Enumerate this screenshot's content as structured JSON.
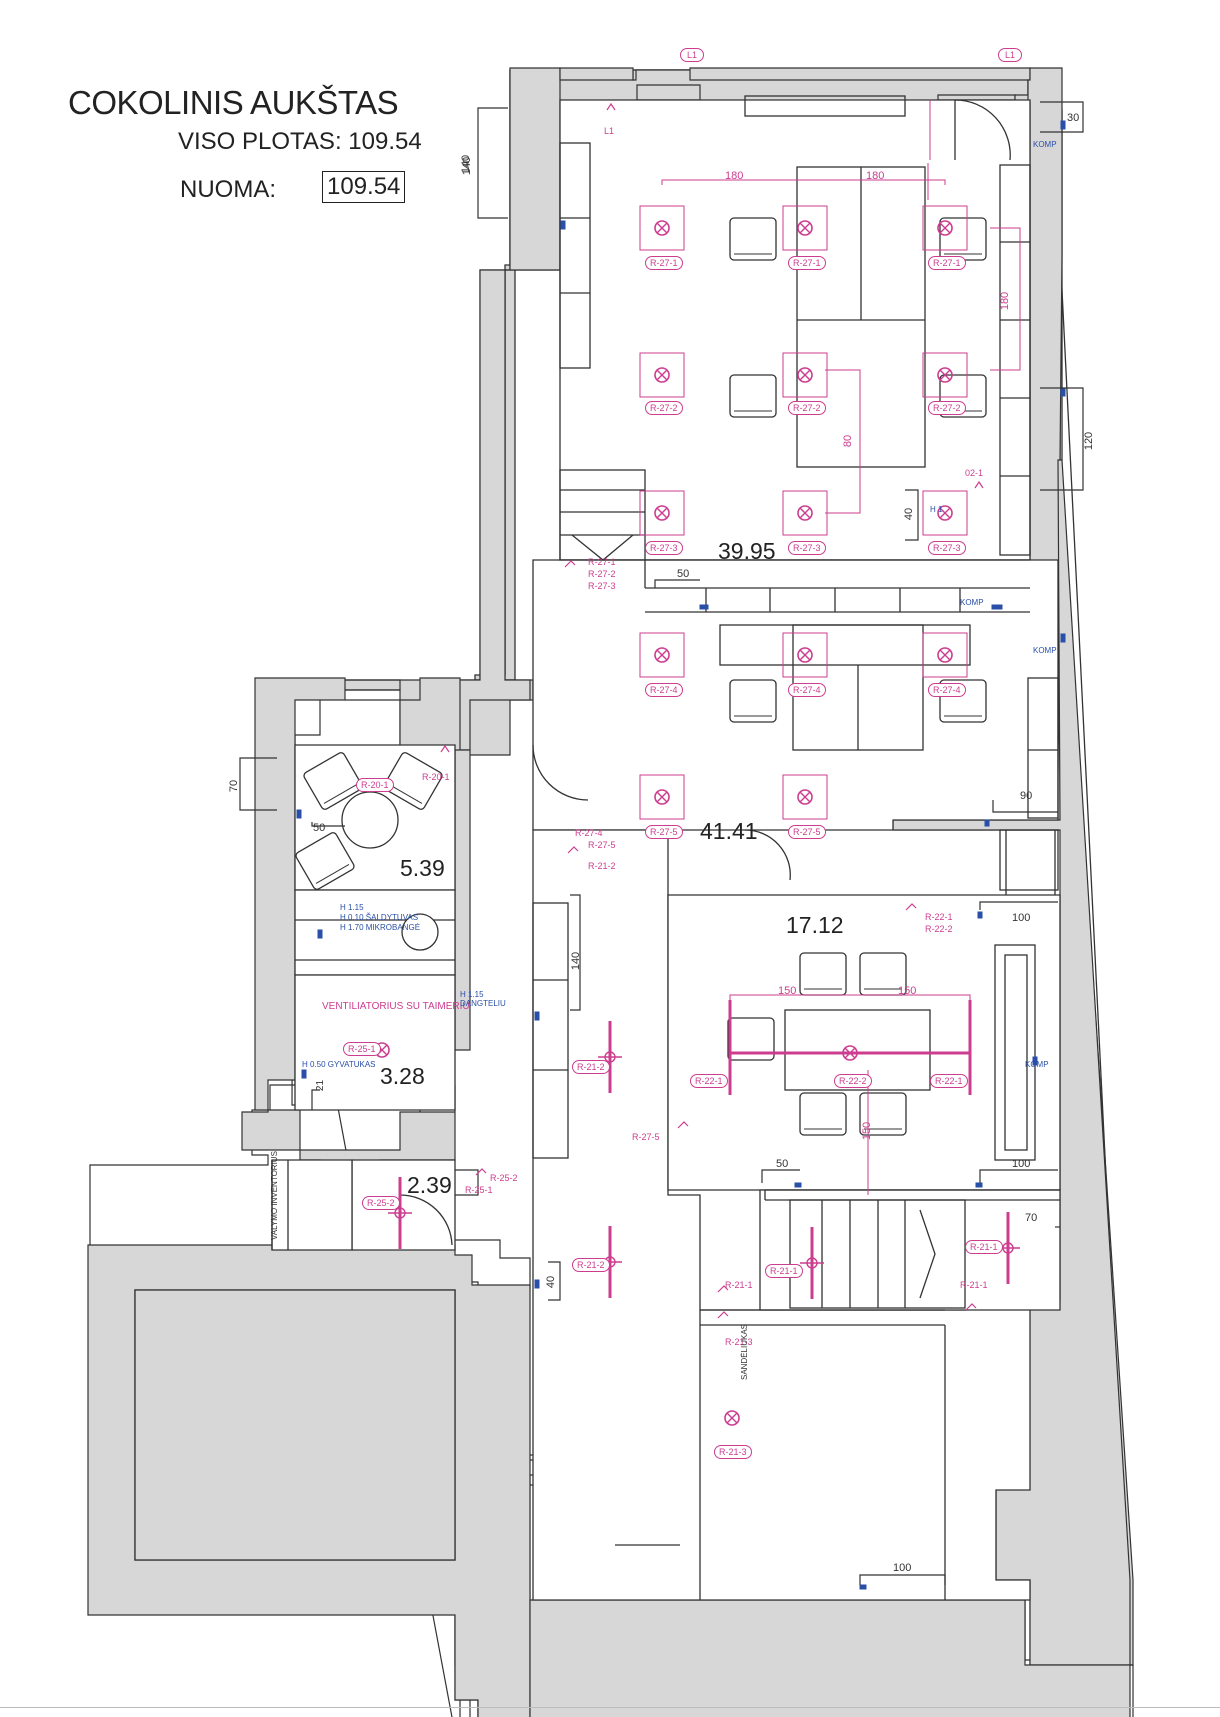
{
  "title": "COKOLINIS AUKŠTAS",
  "area_label": "VISO PLOTAS: 109.54",
  "rent_label": "NUOMA:",
  "rent_value": "109.54",
  "colors": {
    "wall": "#d7d7d7",
    "line": "#333333",
    "fixture": "#cc3d8f",
    "electric": "#2a4fa8"
  },
  "rooms": [
    {
      "id": "r1",
      "label": "39.95"
    },
    {
      "id": "r2",
      "label": "41.41"
    },
    {
      "id": "r3",
      "label": "17.12"
    },
    {
      "id": "r4",
      "label": "5.39"
    },
    {
      "id": "r5",
      "label": "3.28"
    },
    {
      "id": "r6",
      "label": "2.39"
    }
  ],
  "dimensions": [
    "140",
    "30",
    "180",
    "180",
    "180",
    "120",
    "80",
    "40",
    "50",
    "90",
    "70",
    "50",
    "140",
    "150",
    "150",
    "100",
    "100",
    "50",
    "70",
    "40",
    "21",
    "100",
    "150"
  ],
  "fixture_codes": [
    "R-27-1",
    "R-27-1",
    "R-27-1",
    "R-27-2",
    "R-27-2",
    "R-27-2",
    "R-27-3",
    "R-27-3",
    "R-27-3",
    "R-27-4",
    "R-27-4",
    "R-27-4",
    "R-27-5",
    "R-27-5",
    "R-22-1",
    "R-22-2",
    "R-22-1",
    "R-21-2",
    "R-21-2",
    "R-21-1",
    "R-21-1",
    "R-21-3",
    "R-25-1",
    "R-25-2",
    "R-20-1",
    "R-20-1"
  ],
  "switch_labels": [
    {
      "lines": [
        "L1"
      ]
    },
    {
      "lines": [
        "R-27-1",
        "R-27-2",
        "R-27-3"
      ]
    },
    {
      "lines": [
        "R-27-4",
        "R-27-5",
        "R-21-2"
      ]
    },
    {
      "lines": [
        "R-22-1",
        "R-22-2"
      ]
    },
    {
      "lines": [
        "R-27-5"
      ]
    },
    {
      "lines": [
        "R-25-2",
        "R-25-1"
      ]
    },
    {
      "lines": [
        "R-21-1"
      ]
    },
    {
      "lines": [
        "R-21-3"
      ]
    },
    {
      "lines": [
        "R-21-1"
      ]
    },
    {
      "lines": [
        "02-1"
      ]
    }
  ],
  "callouts": [
    "L1",
    "L1"
  ],
  "misc_labels": {
    "komp": "KOMP",
    "h1": "H 1",
    "h115": "H 1.15",
    "fridge": "H 0.10 ŠALDYTUVAS",
    "microwave": "H 1.70 MIKROBANGĖ",
    "ventilation": "VENTILIATORIUS SU TAIMERIU",
    "lid": "H 1.15 DANGTELIU",
    "towel": "H 0.50  GYVATUKAS",
    "cleaning": "VALYMO INVENTORIUS",
    "storage": "SANDĖLIUKAS"
  }
}
